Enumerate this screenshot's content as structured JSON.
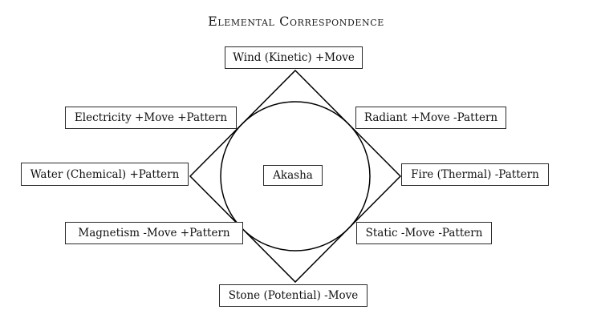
{
  "title": "Elemental Correspondence",
  "center": {
    "label": "Akasha"
  },
  "nodes": [
    {
      "key": "wind",
      "position": "top",
      "label": "Wind (Kinetic) +Move"
    },
    {
      "key": "electricity",
      "position": "upper-left",
      "label": "Electricity +Move +Pattern"
    },
    {
      "key": "radiant",
      "position": "upper-right",
      "label": "Radiant +Move -Pattern"
    },
    {
      "key": "water",
      "position": "left",
      "label": "Water (Chemical) +Pattern"
    },
    {
      "key": "fire",
      "position": "right",
      "label": "Fire (Thermal) -Pattern"
    },
    {
      "key": "magnetism",
      "position": "lower-left",
      "label": "Magnetism -Move +Pattern"
    },
    {
      "key": "static",
      "position": "lower-right",
      "label": "Static -Move -Pattern"
    },
    {
      "key": "stone",
      "position": "bottom",
      "label": "Stone (Potential) -Move"
    }
  ],
  "colors": {
    "background": "#ffffff",
    "line": "#000000",
    "box_border": "#2a2a2a",
    "text": "#111111"
  }
}
